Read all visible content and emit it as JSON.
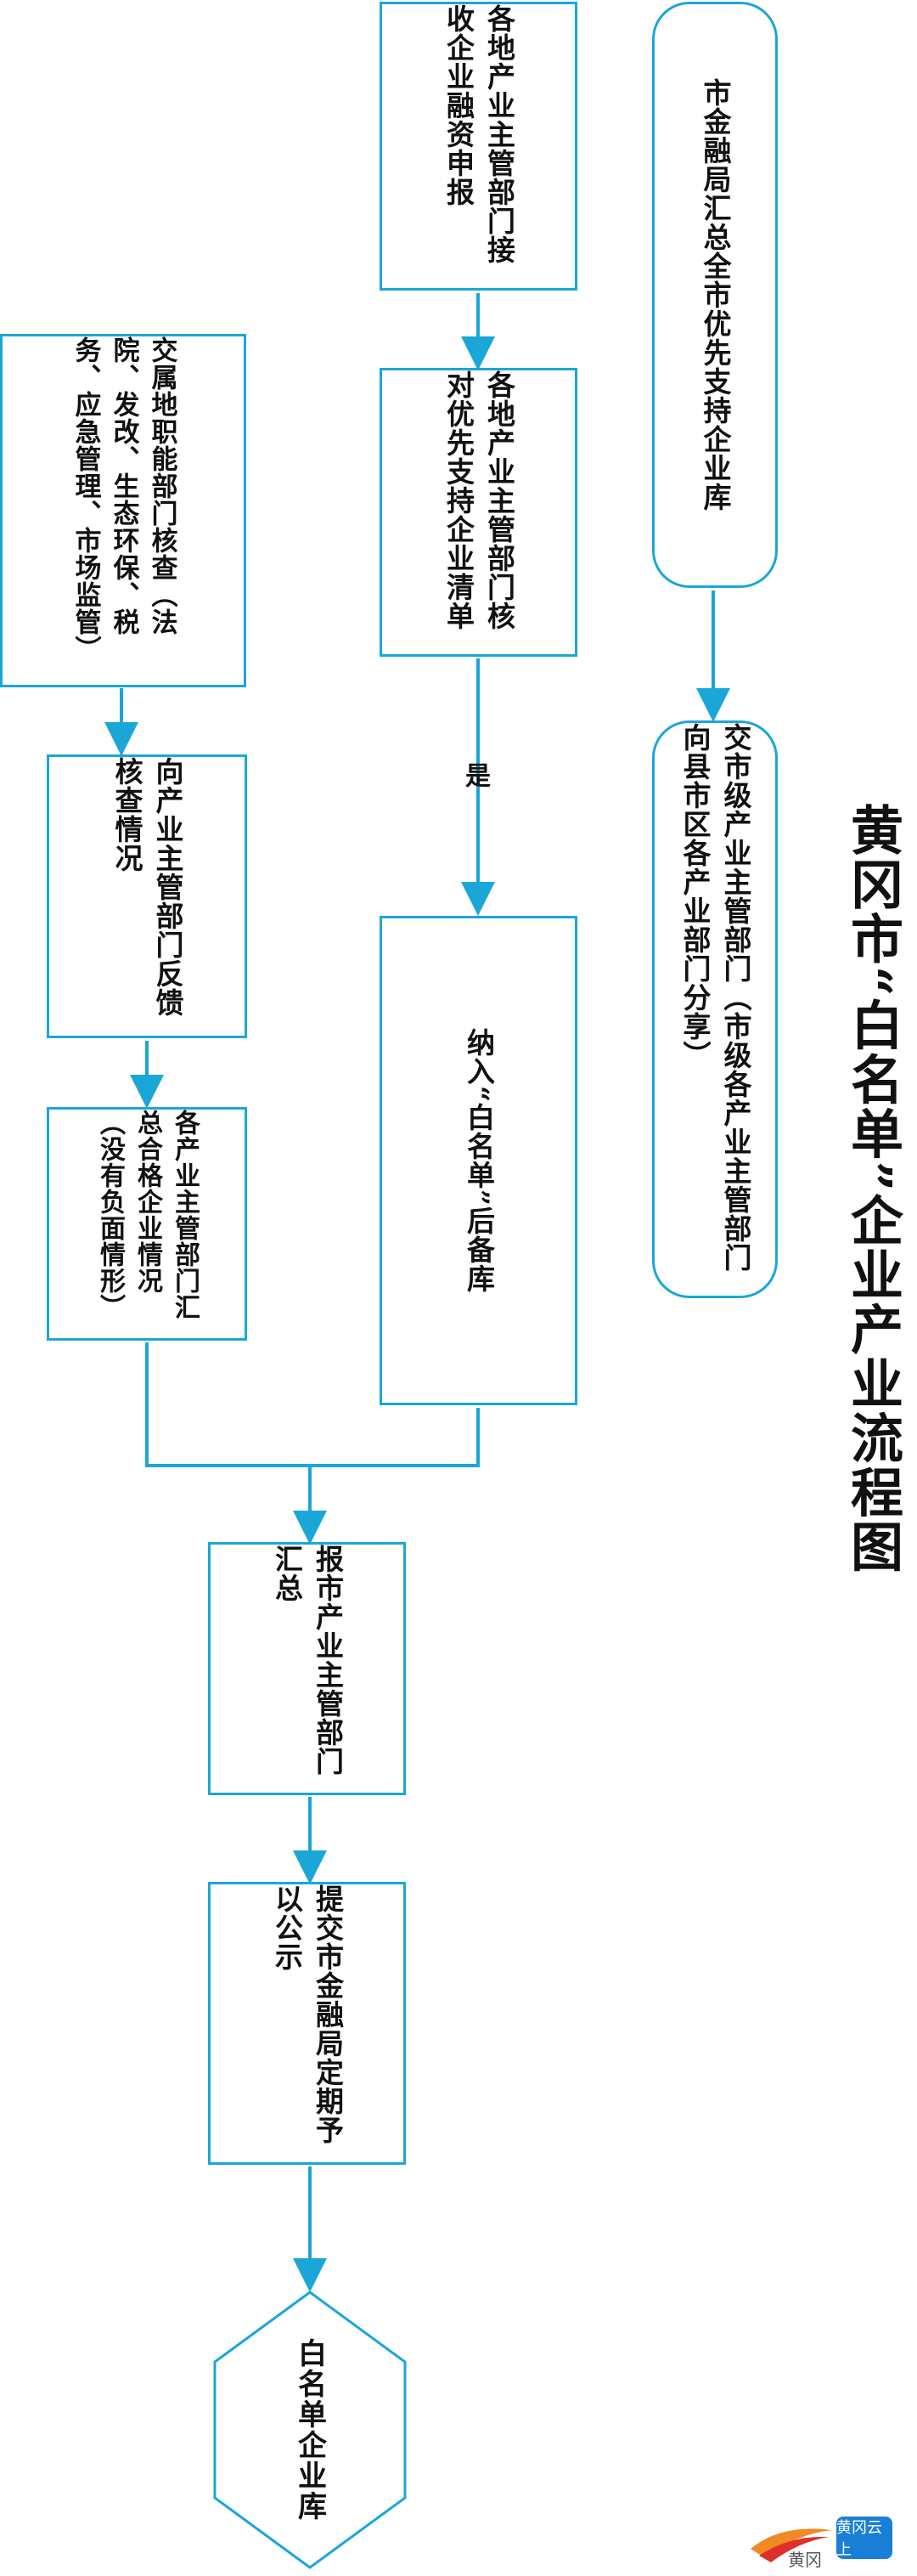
{
  "title": "黄冈市“白名单”企业产业流程图",
  "boxes": {
    "finance_summary": "市金融局汇总全市优先支持企业库",
    "hand_over": "交市级产业主管部门（市级各产业主管部门向县市区各产业部门分享）",
    "receive": "各地产业主管部门接收企业融资申报",
    "verify": "各地产业主管部门核对优先支持企业清单",
    "whitelist_reserve": "纳入“白名单”后备库",
    "local_check": "交属地职能部门核查（法院、发改、生态环保、税务、应急管理、市场监管）",
    "feedback": "向产业主管部门反馈核查情况",
    "compile": "各产业主管部门汇总合格企业情况（没有负面情形）",
    "report": "报市产业主管部门汇总",
    "publish": "提交市金融局定期予以公示",
    "final": "白名单企业库"
  },
  "yes_label": "是",
  "logo": {
    "text": "黄冈",
    "badge": "黄冈云上"
  },
  "colors": {
    "line": "#1aa7d8",
    "text": "#111111",
    "background": "#ffffff"
  }
}
